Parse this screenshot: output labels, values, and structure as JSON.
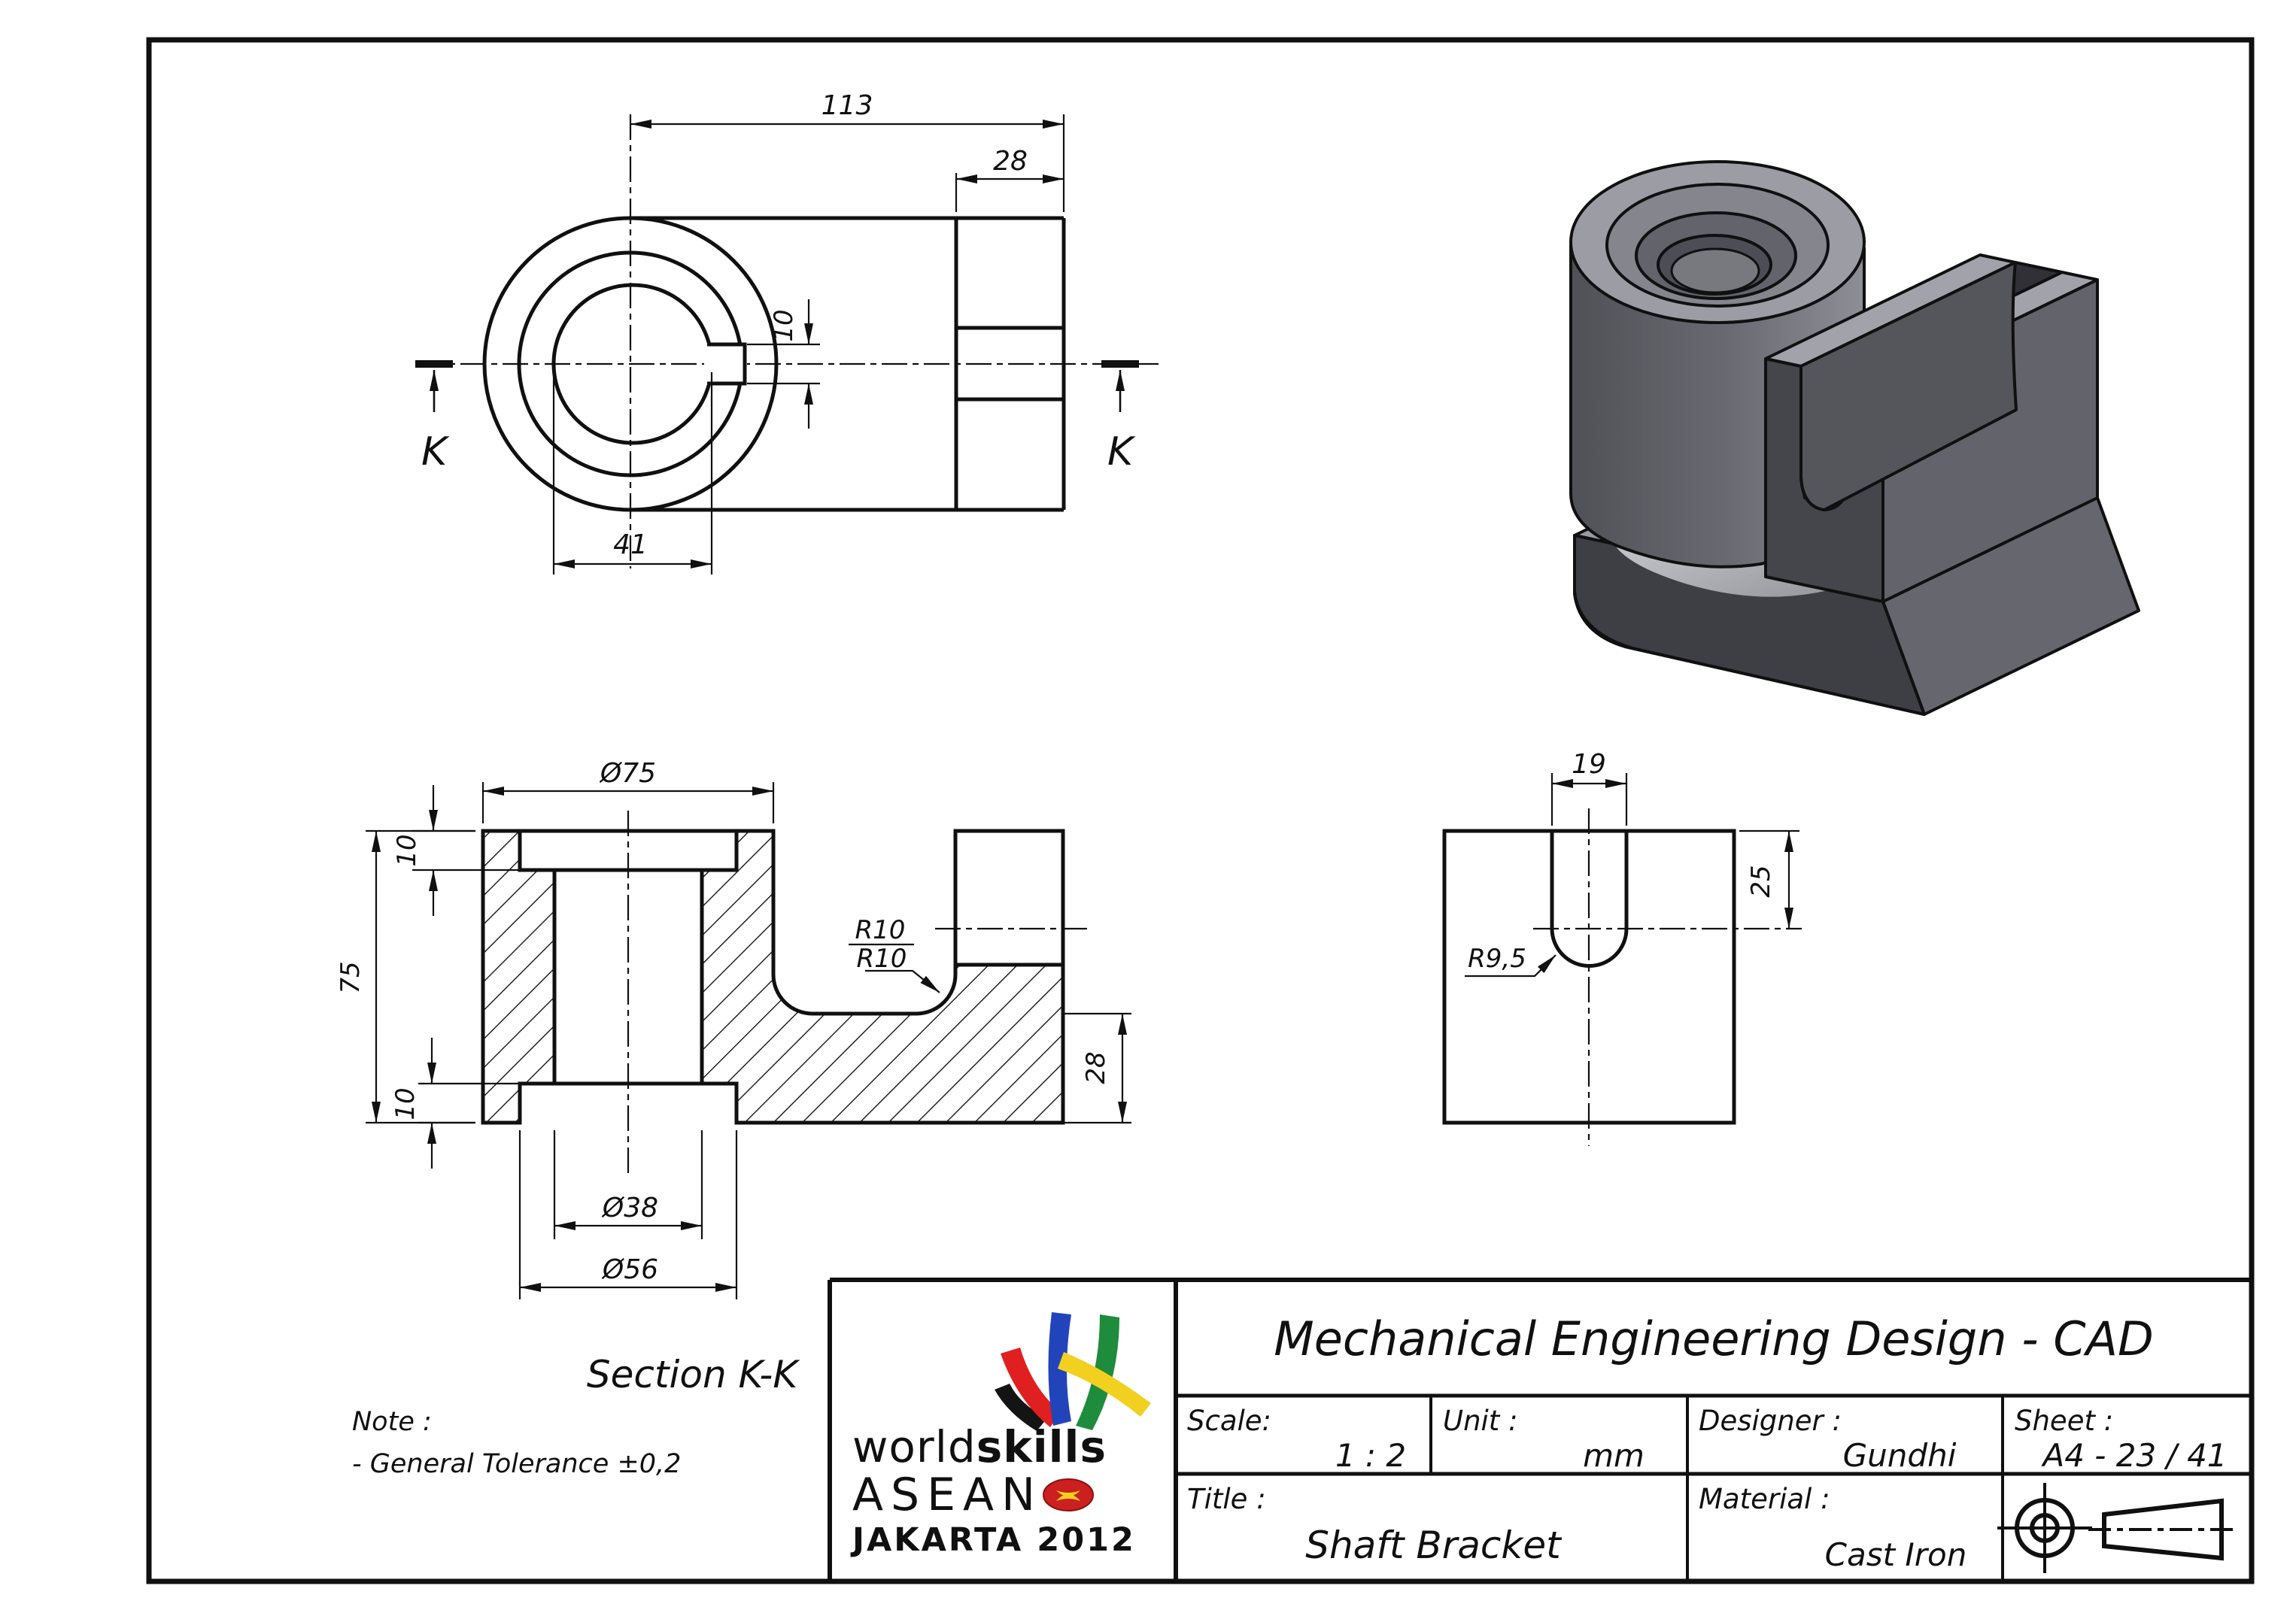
{
  "colors": {
    "teal": "#2e8686",
    "purple": "#8a00a0",
    "ink": "#101010",
    "logo_blue": "#2244bb",
    "logo_green": "#1e8c3c",
    "logo_red": "#e02020",
    "logo_yellow": "#f2d020",
    "logo_black": "#141414",
    "iso_top": "#a0a0a8",
    "iso_front": "#3e3e45",
    "iso_side": "#6b6b73"
  },
  "note": {
    "title": "Note :",
    "line1": "- General Tolerance ±0,2"
  },
  "views": {
    "front": {
      "dim_113": "113",
      "dim_28": "28",
      "dim_10_keyway": "10",
      "dim_41": "41",
      "k_left": "K",
      "k_right": "K"
    },
    "section": {
      "label": "Section K-K",
      "dim_d75": "Ø75",
      "dim_10_counterbore": "10",
      "dim_75": "75",
      "dim_10_recess": "10",
      "dim_d38": "Ø38",
      "dim_d56": "Ø56",
      "dim_r10_upper": "R10",
      "dim_r10_lower": "R10",
      "dim_28": "28"
    },
    "side": {
      "dim_19": "19",
      "dim_25": "25",
      "dim_r95": "R9,5"
    }
  },
  "title_block": {
    "header_title": "Mechanical Engineering Design - CAD",
    "scale_label": "Scale:",
    "scale_value": "1 : 2",
    "unit_label": "Unit :",
    "unit_value": "mm",
    "designer_label": "Designer :",
    "designer_value": "Gundhi",
    "sheet_label": "Sheet :",
    "sheet_value": "A4 - 23 / 41",
    "title_label": "Title :",
    "title_value": "Shaft Bracket",
    "material_label": "Material :",
    "material_value": "Cast Iron"
  },
  "logo": {
    "word1": "world",
    "word2": "skills",
    "word3": "ASEAN",
    "word4": "JAKARTA 2012"
  }
}
